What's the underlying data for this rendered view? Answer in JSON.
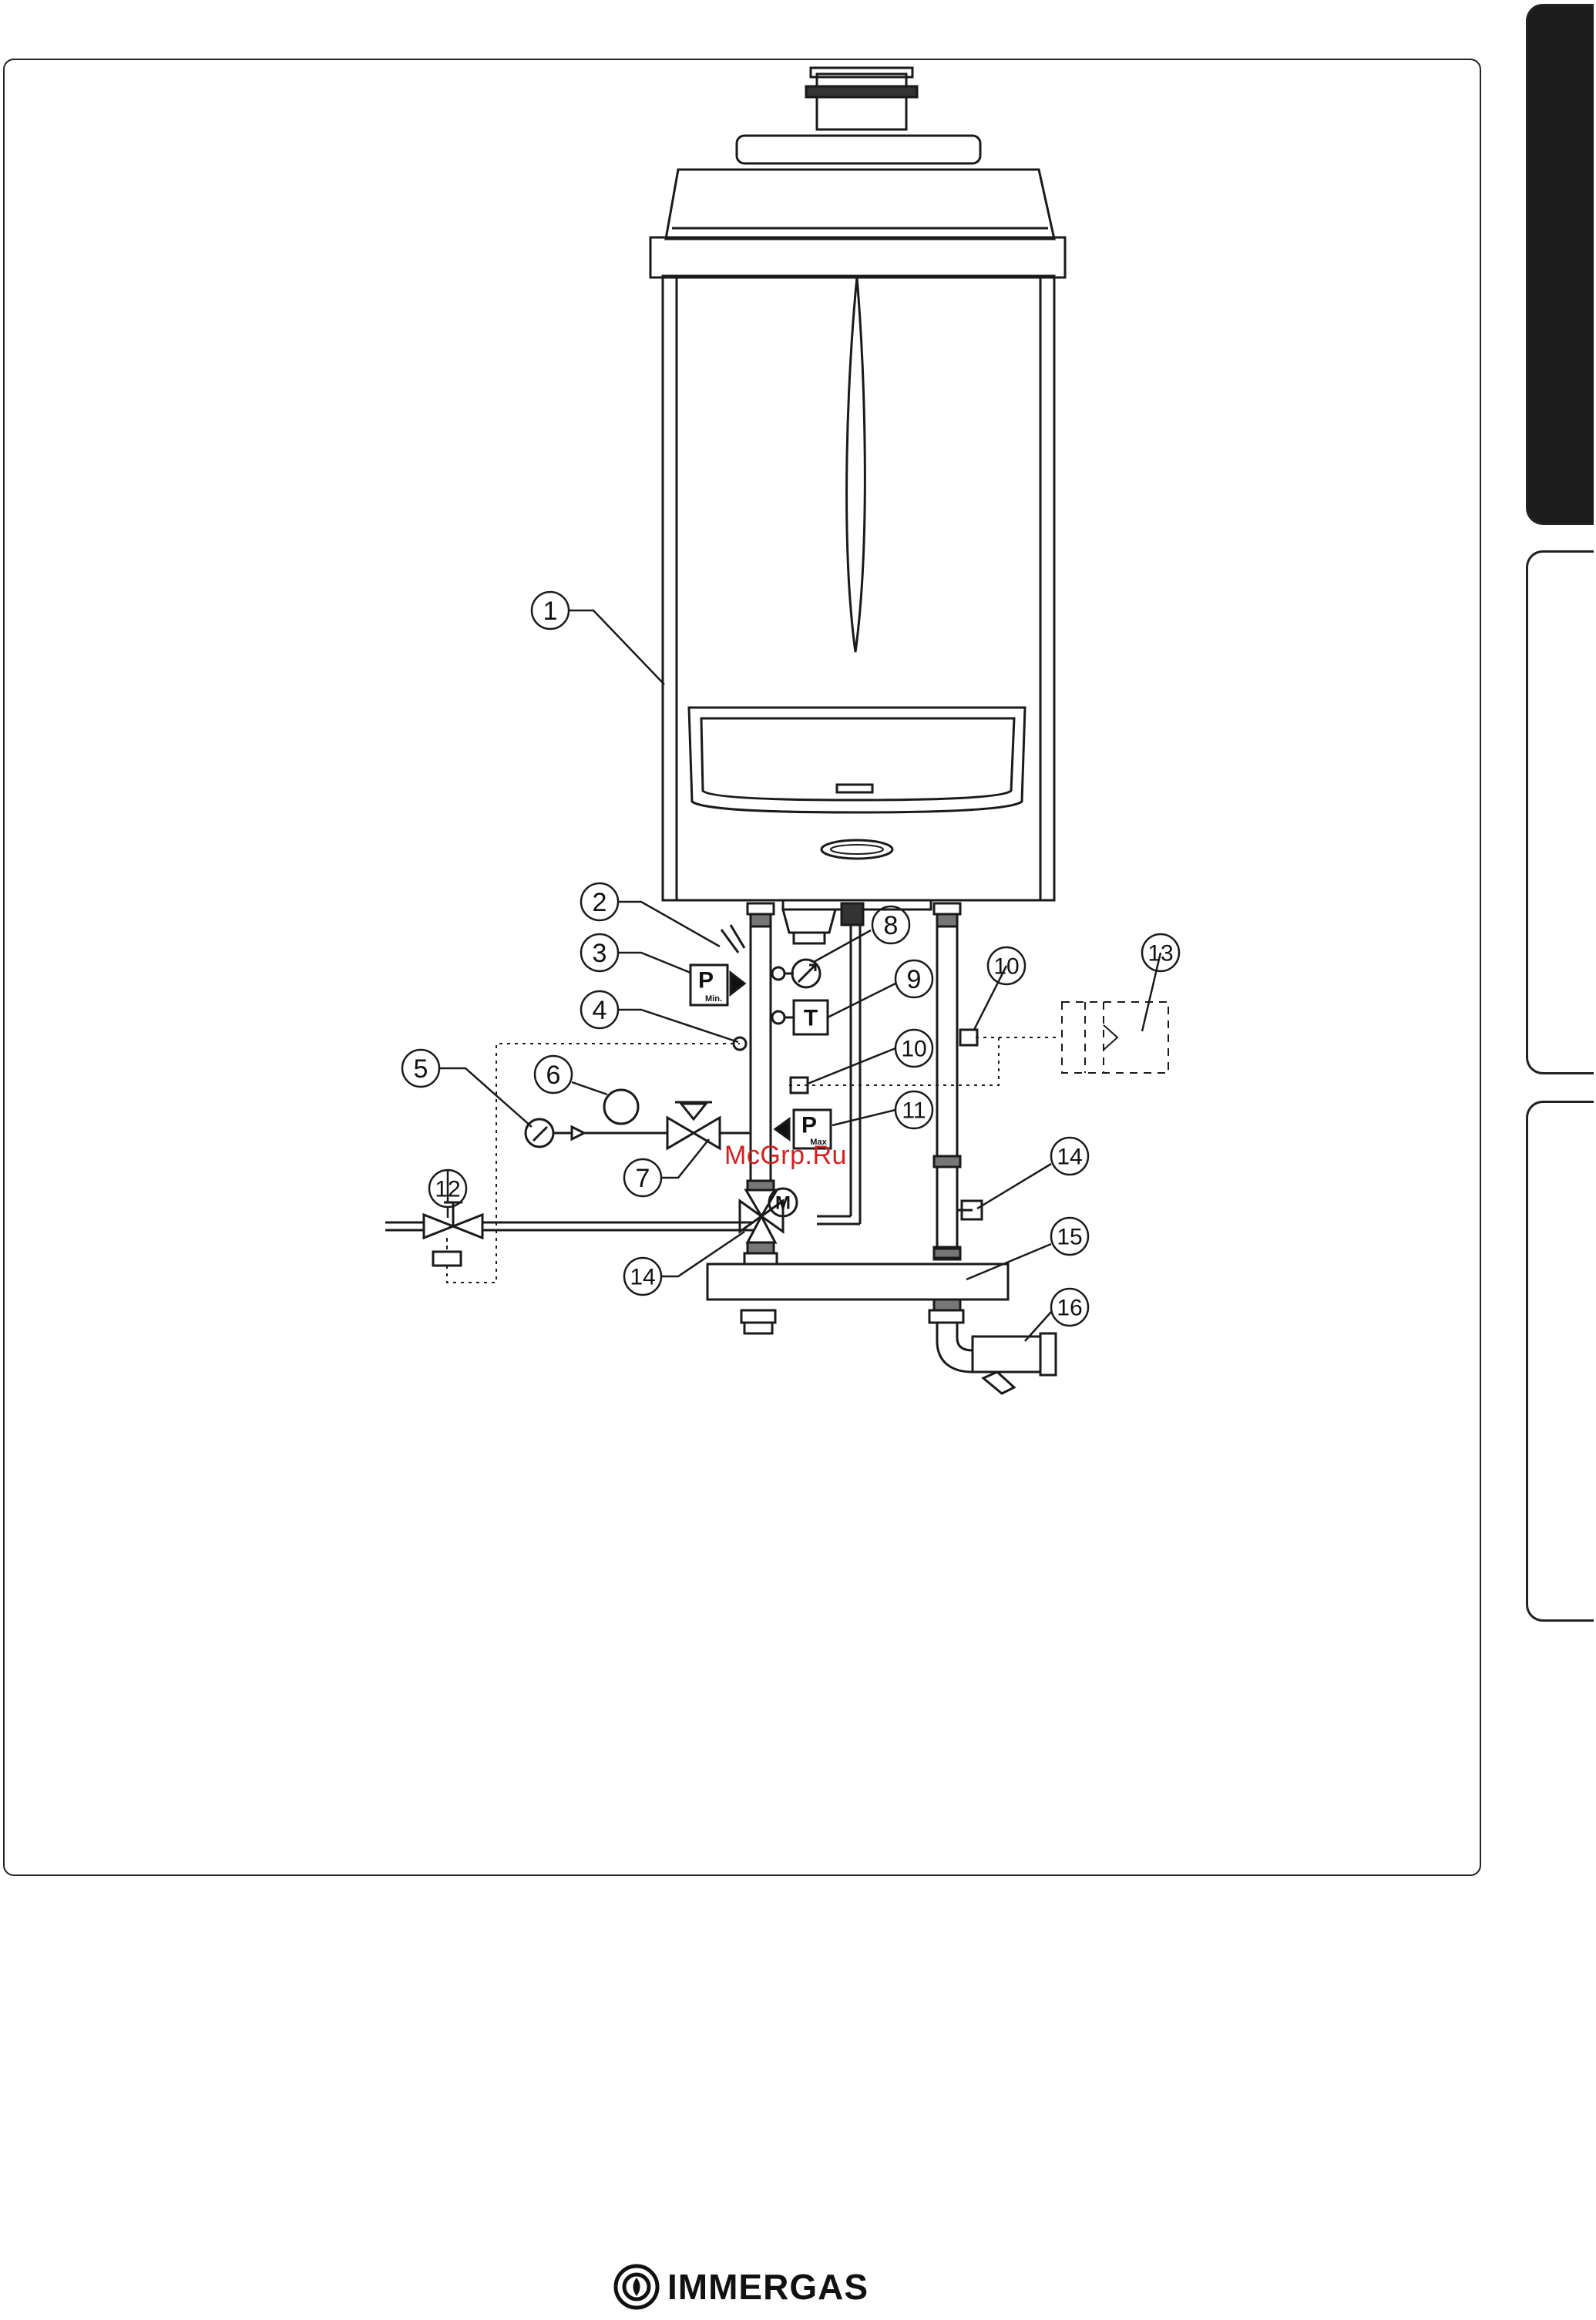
{
  "diagram": {
    "watermark": "McGrp.Ru",
    "callouts": [
      {
        "id": "c1",
        "label": "1"
      },
      {
        "id": "c2",
        "label": "2"
      },
      {
        "id": "c3",
        "label": "3"
      },
      {
        "id": "c4",
        "label": "4"
      },
      {
        "id": "c5",
        "label": "5"
      },
      {
        "id": "c6",
        "label": "6"
      },
      {
        "id": "c7",
        "label": "7"
      },
      {
        "id": "c8",
        "label": "8"
      },
      {
        "id": "c9",
        "label": "9"
      },
      {
        "id": "c10a",
        "label": "10"
      },
      {
        "id": "c10b",
        "label": "10"
      },
      {
        "id": "c11",
        "label": "11"
      },
      {
        "id": "c12",
        "label": "12"
      },
      {
        "id": "c13",
        "label": "13"
      },
      {
        "id": "c14a",
        "label": "14"
      },
      {
        "id": "c14b",
        "label": "14"
      },
      {
        "id": "c15",
        "label": "15"
      },
      {
        "id": "c16",
        "label": "16"
      }
    ],
    "symbols": {
      "pressure_min_p": "P",
      "pressure_min_sub": "Min.",
      "thermostat": "T",
      "pressure_max_p": "P",
      "pressure_max_sub": "Max",
      "motor": "M"
    }
  },
  "footer": {
    "brand": "IMMERGAS"
  },
  "colors": {
    "line": "#1a1a1a",
    "tab_active": "#1c1c1c",
    "watermark": "#d61f1f"
  }
}
